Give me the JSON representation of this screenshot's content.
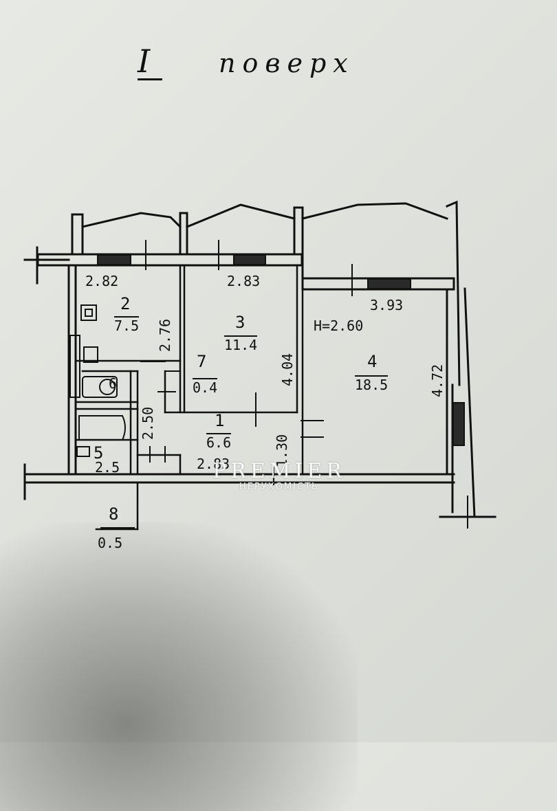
{
  "title": {
    "floor_number": "I",
    "floor_word": "поверх"
  },
  "ceiling_height": "H=2.60",
  "rooms": [
    {
      "number": "1",
      "area": "6.6"
    },
    {
      "number": "2",
      "area": "7.5"
    },
    {
      "number": "3",
      "area": "11.4"
    },
    {
      "number": "4",
      "area": "18.5"
    },
    {
      "number": "5",
      "area": "2.5"
    },
    {
      "number": "6",
      "area": ""
    },
    {
      "number": "7",
      "area": "0.4"
    },
    {
      "number": "8",
      "area": "0.5"
    }
  ],
  "dimensions": {
    "room2_width": "2.82",
    "room2_depth": "2.76",
    "room3_width": "2.83",
    "room3_depth": "4.04",
    "room4_width": "3.93",
    "room4_depth": "4.72",
    "bath_depth": "2.50",
    "hall_width": "2.83",
    "hall_depth": "1.30"
  },
  "watermark": {
    "brand": "PREMIER",
    "sub": "НЕРУХОМІСТЬ"
  }
}
